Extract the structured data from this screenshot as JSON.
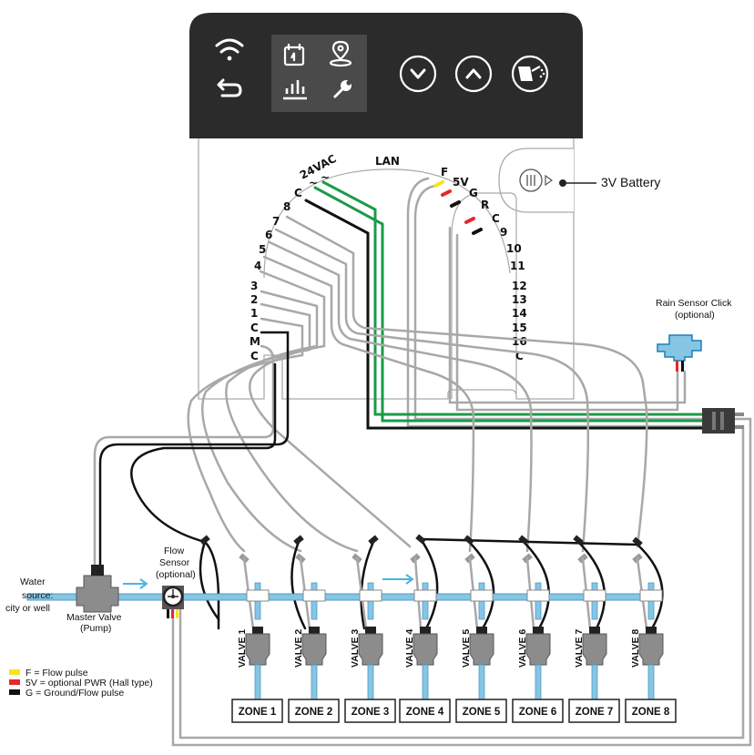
{
  "controller": {
    "terminals_left_top": [
      "C",
      "~",
      "~"
    ],
    "terminal_24vac": "24VAC",
    "terminals_left": [
      "8",
      "7",
      "6",
      "5",
      "4",
      "3",
      "2",
      "1",
      "C",
      "M",
      "C"
    ],
    "lan_label": "LAN",
    "terminals_right": [
      "F",
      "5V",
      "G",
      "R",
      "C",
      "9",
      "10",
      "11",
      "12",
      "13",
      "14",
      "15",
      "16",
      "C"
    ],
    "battery_label": "3V Battery",
    "icons": [
      "wifi-icon",
      "back-icon",
      "calendar-icon",
      "location-icon",
      "chart-icon",
      "wrench-icon",
      "chevron-down-icon",
      "chevron-up-icon",
      "watering-can-icon"
    ]
  },
  "rain_sensor": {
    "line1": "Rain Sensor Click",
    "line2": "(optional)"
  },
  "flow_sensor": {
    "line1": "Flow",
    "line2": "Sensor",
    "line3": "(optional)"
  },
  "water_source": {
    "line1": "Water",
    "line2": "source:",
    "line3": "city or well"
  },
  "master_valve": {
    "line1": "Master Valve",
    "line2": "(Pump)"
  },
  "legend": [
    {
      "color": "#f5e51b",
      "text": "F = Flow pulse"
    },
    {
      "color": "#e8262b",
      "text": "5V = optional PWR (Hall type)"
    },
    {
      "color": "#111111",
      "text": "G = Ground/Flow pulse"
    }
  ],
  "valves": [
    "VALVE 1",
    "VALVE 2",
    "VALVE 3",
    "VALVE 4",
    "VALVE 5",
    "VALVE 6",
    "VALVE 7",
    "VALVE 8"
  ],
  "zones": [
    "ZONE 1",
    "ZONE 2",
    "ZONE 3",
    "ZONE 4",
    "ZONE 5",
    "ZONE 6",
    "ZONE 7",
    "ZONE 8"
  ],
  "colors": {
    "pipe": "#86c5e3",
    "wire_gray": "#a8a8a8",
    "wire_green": "#1a9b48",
    "wire_black": "#111111",
    "panel": "#2b2b2b",
    "valve": "#8c8c8c"
  }
}
